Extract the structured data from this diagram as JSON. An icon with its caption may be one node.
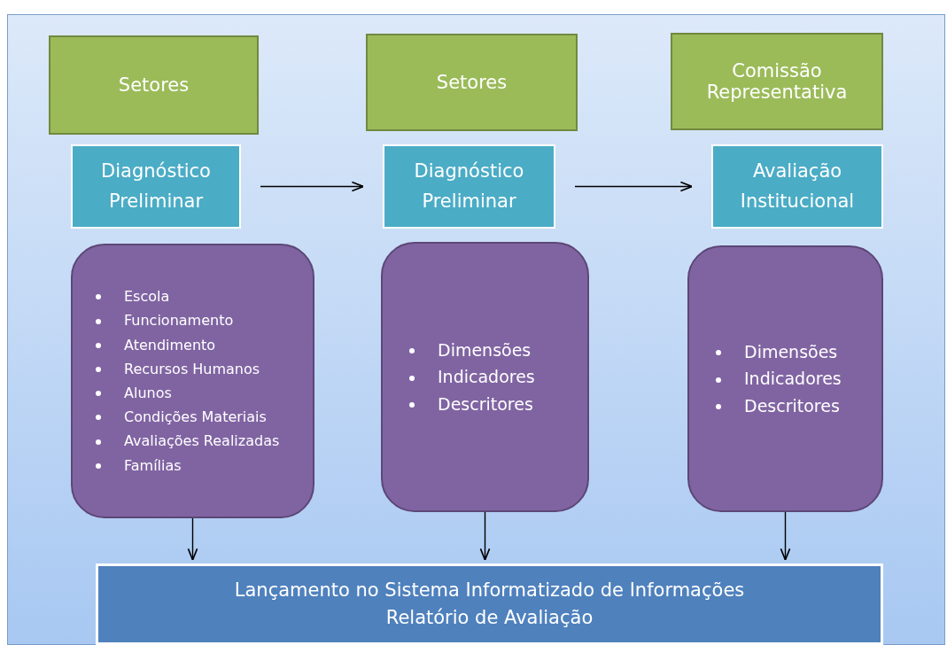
{
  "diagram": {
    "nodes": [
      {
        "text": [
          "Setores"
        ]
      },
      {
        "text": [
          "Diagnóstico Preliminar"
        ]
      },
      {
        "text": [
          "Escola",
          "Funcionamento",
          "Atendimento",
          "Recursos Humanos",
          "Alunos",
          "Condições Materiais",
          "Avaliações Realizadas",
          "Famílias"
        ]
      },
      {
        "text": [
          "Setores"
        ]
      },
      {
        "text": [
          "Diagnóstico Preliminar"
        ]
      },
      {
        "text": [
          "Dimensões",
          "Indicadores",
          "Descritores"
        ]
      },
      {
        "text": [
          "Comissão Representativa"
        ]
      },
      {
        "text": [
          "Avaliação Institucional"
        ]
      },
      {
        "text": [
          "Dimensões",
          "Indicadores",
          "Descritores"
        ]
      },
      {
        "text": [
          "Lançamento no Sistema Informatizado de Informações",
          "Relatório de Avaliação"
        ]
      }
    ],
    "edges": [
      {
        "from": 1,
        "to": 4,
        "arrow": "to"
      },
      {
        "from": 4,
        "to": 7,
        "arrow": "to"
      },
      {
        "from": 2,
        "to": 9,
        "arrow": "to"
      },
      {
        "from": 5,
        "to": 9,
        "arrow": "to"
      },
      {
        "from": 8,
        "to": 9,
        "arrow": "to"
      }
    ]
  }
}
